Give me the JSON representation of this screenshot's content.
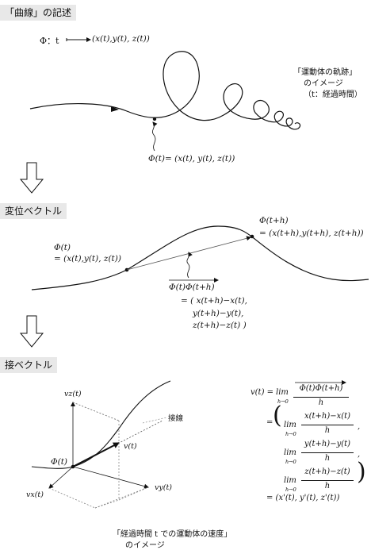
{
  "sections": {
    "curve_title": "「曲線」の記述",
    "displacement_title": "変位ベクトル",
    "tangent_title": "接ベクトル"
  },
  "curve": {
    "mapping_lhs": "Φ：t",
    "mapping_rhs": "(x(t),y(t), z(t))",
    "caption_line1": "「運動体の軌跡」",
    "caption_line2": "のイメージ",
    "caption_line3": "（t：経過時間）",
    "point_formula": "Φ(t)= (x(t), y(t), z(t))"
  },
  "displacement": {
    "phi_th_label": "Φ(t+h)",
    "phi_th_value": "= (x(t+h),y(t+h), z(t+h))",
    "phi_t_label": "Φ(t)",
    "phi_t_value": "= (x(t),y(t), z(t))",
    "vector_label": "Φ(t)Φ(t+h)",
    "vector_line1": "= ( x(t+h)−x(t),",
    "vector_line2": "y(t+h)−y(t),",
    "vector_line3": "z(t+h)−z(t) )"
  },
  "tangent": {
    "vz_label": "vz(t)",
    "vx_label": "vx(t)",
    "vy_label": "vy(t)",
    "v_label": "v(t)",
    "phi_label": "Φ(t)",
    "tangent_line_label": "接線",
    "eq_lhs": "v(t) = ",
    "lim": "lim",
    "lim_sub": "h→0",
    "overline_num": "Φ(t)Φ(t+h)",
    "denom": "h",
    "eq_sign": "=",
    "x_num": "x(t+h)−x(t)",
    "y_num": "y(t+h)−y(t)",
    "z_num": "z(t+h)−z(t)",
    "comma": ",",
    "result": "= (x'(t), y'(t), z'(t))",
    "caption_line1": "「経過時間 t での運動体の速度」",
    "caption_line2": "のイメージ"
  }
}
